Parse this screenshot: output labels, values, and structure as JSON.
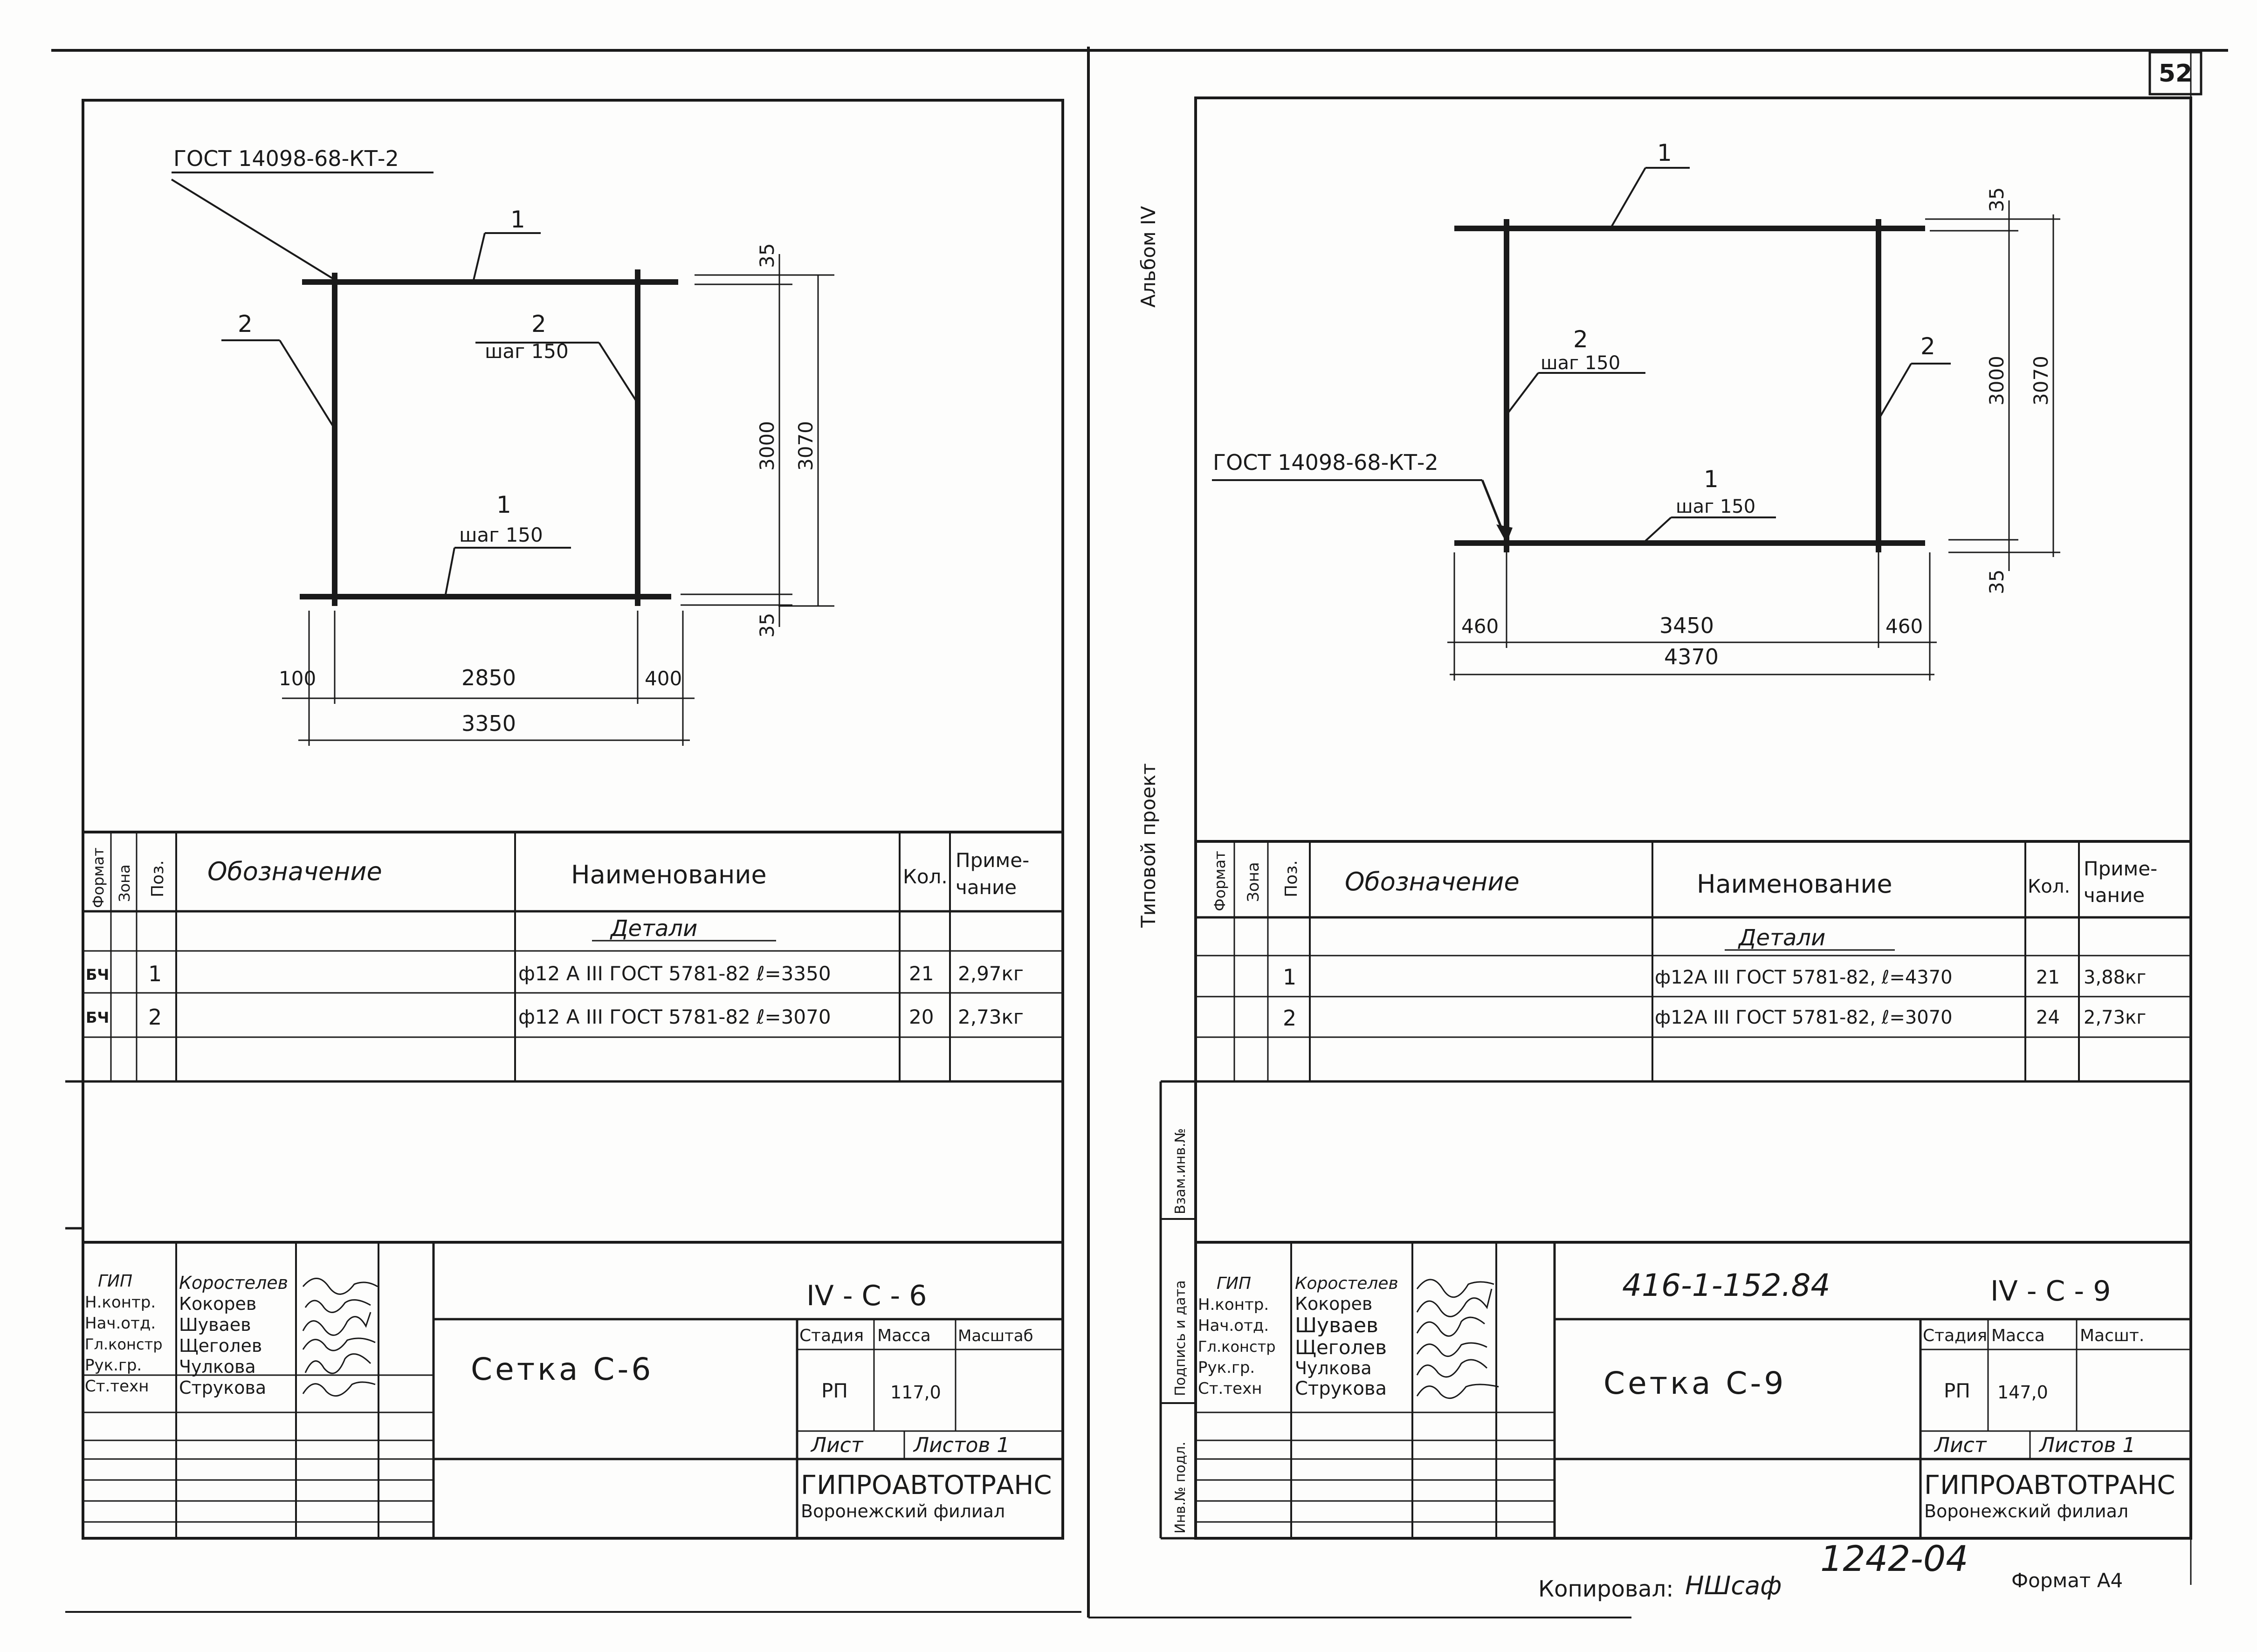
{
  "page_number": "52",
  "left": {
    "gost_label": "ГОСТ 14098-68-КТ-2",
    "callout_1_top": "1",
    "callout_2_left": "2",
    "callout_2_right": "2",
    "step_right": "шаг 150",
    "callout_1_bottom": "1",
    "step_bottom": "шаг 150",
    "dim_35_top": "35",
    "dim_3000": "3000",
    "dim_3070": "3070",
    "dim_35_bottom": "35",
    "dim_100": "100",
    "dim_2850": "2850",
    "dim_400": "400",
    "dim_3350": "3350",
    "spec": {
      "headers": {
        "format": "Формат",
        "zone": "Зона",
        "pos": "Поз.",
        "designation": "Обозначение",
        "name": "Наименование",
        "qty": "Кол.",
        "note_1": "Приме-",
        "note_2": "чание"
      },
      "section": "Детали",
      "rows": [
        {
          "format": "БЧ",
          "pos": "1",
          "name": "ф12 А III ГОСТ 5781-82 ℓ=3350",
          "qty": "21",
          "note": "2,97кг"
        },
        {
          "format": "БЧ",
          "pos": "2",
          "name": "ф12 А III ГОСТ 5781-82 ℓ=3070",
          "qty": "20",
          "note": "2,73кг"
        }
      ]
    },
    "title_block": {
      "roles": [
        "ГИП",
        "Н.контр.",
        "Нач.отд.",
        "Гл.констр",
        "Рук.гр.",
        "Ст.техн"
      ],
      "names": [
        "Коростелев",
        "Кокорев",
        "Шуваев",
        "Щеголев",
        "Чулкова",
        "Струкова"
      ],
      "code": "IV - С - 6",
      "item_name": "Сетка   С-6",
      "stage_label": "Стадия",
      "mass_label": "Масса",
      "scale_label": "Масштаб",
      "stage": "РП",
      "mass": "117,0",
      "sheet_label": "Лист",
      "sheets_label": "Листов 1",
      "org": "ГИПРОАВТОТРАНС",
      "branch": "Воронежский филиал"
    }
  },
  "right": {
    "callout_1_top": "1",
    "dim_35_top": "35",
    "callout_2_left": "2",
    "step_left": "шаг 150",
    "callout_2_right": "2",
    "dim_3000": "3000",
    "dim_3070": "3070",
    "gost_label": "ГОСТ 14098-68-КТ-2",
    "callout_1_bottom": "1",
    "step_bottom": "шаг 150",
    "dim_35_bottom": "35",
    "dim_460_left": "460",
    "dim_3450": "3450",
    "dim_460_right": "460",
    "dim_4370": "4370",
    "margin_album": "Альбом IV",
    "margin_project": "Типовой   проект",
    "margin_cols": [
      "Инв.№ подл.",
      "Подпись и дата",
      "Взам.инв.№"
    ],
    "spec": {
      "headers": {
        "format": "Формат",
        "zone": "Зона",
        "pos": "Поз.",
        "designation": "Обозначение",
        "name": "Наименование",
        "qty": "Кол.",
        "note_1": "Приме-",
        "note_2": "чание"
      },
      "section": "Детали",
      "rows": [
        {
          "pos": "1",
          "name": "ф12А III ГОСТ 5781-82, ℓ=4370",
          "qty": "21",
          "note": "3,88кг"
        },
        {
          "pos": "2",
          "name": "ф12А III ГОСТ 5781-82, ℓ=3070",
          "qty": "24",
          "note": "2,73кг"
        }
      ]
    },
    "title_block": {
      "roles": [
        "ГИП",
        "Н.контр.",
        "Нач.отд.",
        "Гл.констр",
        "Рук.гр.",
        "Ст.техн"
      ],
      "names": [
        "Коростелев",
        "Кокорев",
        "Шуваев",
        "Щеголев",
        "Чулкова",
        "Струкова"
      ],
      "project_code": "416-1-152.84",
      "code": "IV - С - 9",
      "item_name": "Сетка  С-9",
      "stage_label": "Стадия",
      "mass_label": "Масса",
      "scale_label": "Масшт.",
      "stage": "РП",
      "mass": "147,0",
      "sheet_label": "Лист",
      "sheets_label": "Листов 1",
      "org": "ГИПРОАВТОТРАНС",
      "branch": "Воронежский филиал"
    }
  },
  "footer": {
    "copied_label": "Копировал:",
    "copied_sign": "НШсаф",
    "stamp_number": "1242-04",
    "format_label": "Формат А4"
  }
}
